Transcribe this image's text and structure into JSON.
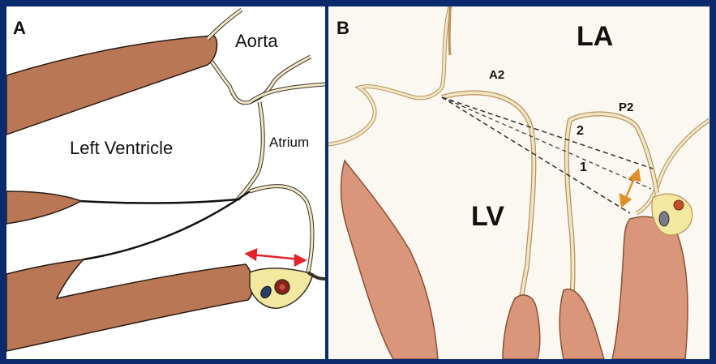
{
  "panel_a": {
    "letter": "A",
    "labels": {
      "aorta": "Aorta",
      "left_ventricle": "Left Ventricle",
      "atrium": "Atrium"
    }
  },
  "panel_b": {
    "letter": "B",
    "labels": {
      "la": "LA",
      "a2": "A2",
      "p2": "P2",
      "lv": "LV",
      "line_1": "1",
      "line_2": "2"
    }
  },
  "colors": {
    "background_frame": "#0b2a6e",
    "myocardium_a": "#b97755",
    "myocardium_b": "#d9967a",
    "valve_tissue": "#efe6c8",
    "annulus": "#f3e8a0",
    "arrow_red": "#e0242c",
    "arrow_orange": "#e0902a"
  }
}
